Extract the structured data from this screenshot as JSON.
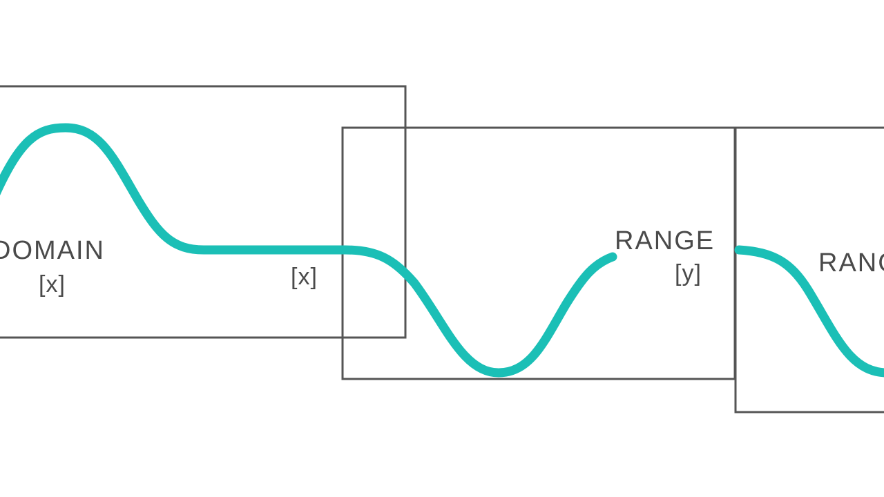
{
  "diagram": {
    "boxes": [
      {
        "name": "domain-box",
        "title": "DOMAIN",
        "variable": "[x]"
      },
      {
        "name": "range-box",
        "title": "RANGE",
        "input_variable": "[x]",
        "output_variable": "[y]"
      },
      {
        "name": "next-box",
        "title": "RANGE"
      }
    ],
    "colors": {
      "curve": "#1bbfb6",
      "frame": "#555555",
      "text": "#4a4a4a"
    }
  }
}
